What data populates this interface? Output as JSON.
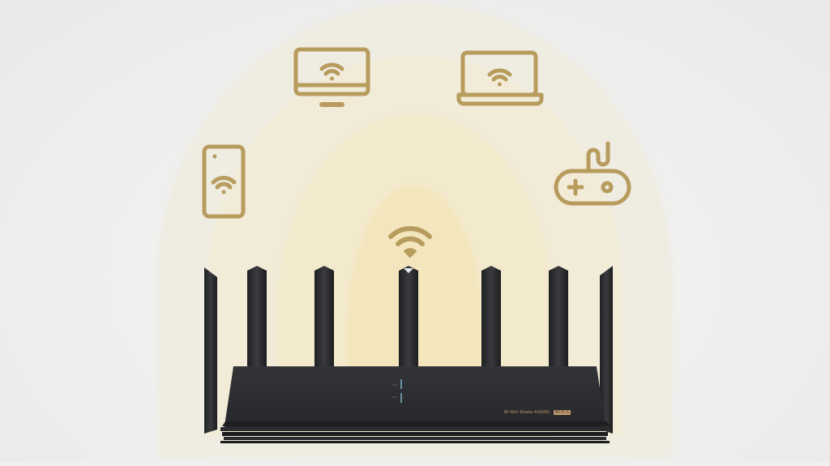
{
  "scene": {
    "description": "Wi-Fi router with signal arcs connecting to devices",
    "background_color": "#efefef",
    "accent_color": "#b89c5e",
    "arc_colors": [
      "#f3e6bd",
      "#f3eacd",
      "#f1ebd8",
      "#efece2"
    ]
  },
  "devices": [
    {
      "name": "monitor",
      "icon": "monitor-wifi-icon"
    },
    {
      "name": "laptop",
      "icon": "laptop-wifi-icon"
    },
    {
      "name": "phone",
      "icon": "phone-wifi-icon"
    },
    {
      "name": "game-controller",
      "icon": "gamepad-icon"
    },
    {
      "name": "router-signal",
      "icon": "wifi-icon"
    }
  ],
  "router": {
    "antenna_count": 7,
    "body_color": "#2a2b2d",
    "led_color": "#8fd3e8",
    "label": "Mi WiFi Router AX6000",
    "label_badge": "Wi-Fi 6"
  }
}
